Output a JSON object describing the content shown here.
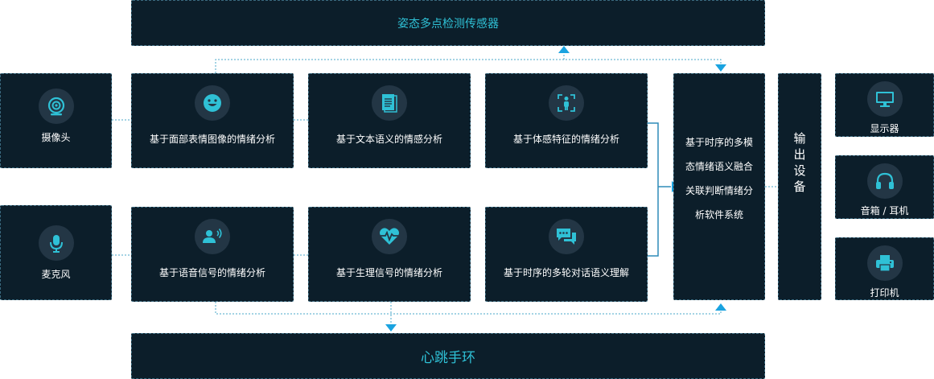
{
  "top_sensor": "姿态多点检测传感器",
  "bottom_sensor": "心跳手环",
  "inputs": [
    {
      "label": "摄像头",
      "icon": "camera-icon"
    },
    {
      "label": "麦克风",
      "icon": "microphone-icon"
    }
  ],
  "analysis_row1": [
    {
      "label": "基于面部表情图像的情绪分析",
      "icon": "smiley-face-icon"
    },
    {
      "label": "基于文本语义的情感分析",
      "icon": "document-icon"
    },
    {
      "label": "基于体感特征的情绪分析",
      "icon": "body-scan-icon"
    }
  ],
  "analysis_row2": [
    {
      "label": "基于语音信号的情绪分析",
      "icon": "voice-user-icon"
    },
    {
      "label": "基于生理信号的情绪分析",
      "icon": "heartbeat-icon"
    },
    {
      "label": "基于时序的多轮对话语义理解",
      "icon": "chat-bubbles-icon"
    }
  ],
  "center_system": [
    "基于时序的多模",
    "态情绪语义融合",
    "关联判断情绪分",
    "析软件系统"
  ],
  "output_device": [
    "输",
    "出",
    "设",
    "备"
  ],
  "outputs": [
    {
      "label": "显示器",
      "icon": "monitor-icon"
    },
    {
      "label": "音箱 / 耳机",
      "icon": "headphones-icon"
    },
    {
      "label": "打印机",
      "icon": "printer-icon"
    }
  ],
  "colors": {
    "box": "#0c1e2a",
    "border": "#3a6a80",
    "accent": "#2fc1d6",
    "arrow": "#1aa3e0"
  }
}
